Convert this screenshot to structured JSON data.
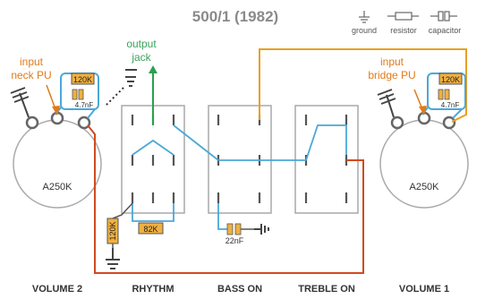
{
  "title": "500/1 (1982)",
  "legend": {
    "ground": "ground",
    "resistor": "resistor",
    "capacitor": "capacitor"
  },
  "labels": {
    "input_neck_line1": "input",
    "input_neck_line2": "neck PU",
    "input_bridge_line1": "input",
    "input_bridge_line2": "bridge PU",
    "output_line1": "output",
    "output_line2": "jack"
  },
  "components": {
    "pot_left": "A250K",
    "pot_right": "A250K",
    "res_left_top": "120K",
    "cap_left_top": "4.7nF",
    "res_right_top": "120K",
    "cap_right_top": "4.7nF",
    "res_rhythm_vertical": "120K",
    "res_rhythm_horizontal": "82K",
    "cap_bass": "22nF"
  },
  "switches": {
    "volume_2": "VOLUME 2",
    "rhythm": "RHYTHM",
    "bass_on": "BASS ON",
    "treble_on": "TREBLE ON",
    "volume_1": "VOLUME 1"
  },
  "colors": {
    "grey_text": "#888888",
    "green_text": "#3aa35a",
    "orange_text": "#e07a1a",
    "wire_orange": "#e8a020",
    "wire_red": "#d04a20",
    "wire_blue": "#4aa8d8",
    "wire_green": "#2aa050",
    "resistor_fill": "#f0b040",
    "switch_outline": "#999999"
  }
}
